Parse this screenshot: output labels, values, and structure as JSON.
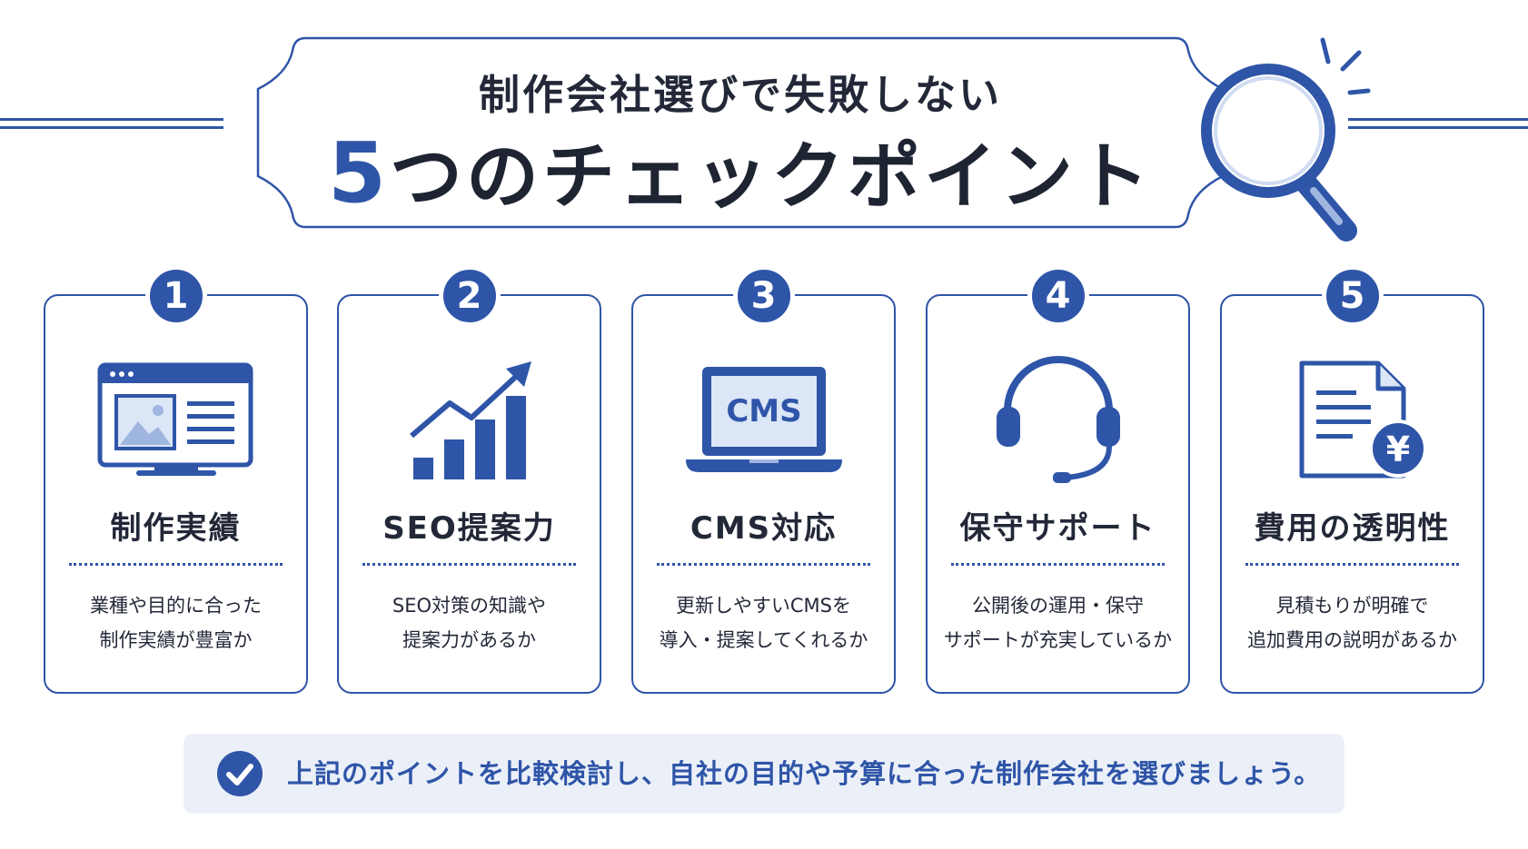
{
  "header": {
    "title_line1": "制作会社選びで失敗しない",
    "title_number": "5",
    "title_line2": "つのチェックポイント"
  },
  "cards": [
    {
      "number": "1",
      "title": "制作実績",
      "desc_line1": "業種や目的に合った",
      "desc_line2": "制作実績が豊富か"
    },
    {
      "number": "2",
      "title": "SEO提案力",
      "desc_line1": "SEO対策の知識や",
      "desc_line2": "提案力があるか"
    },
    {
      "number": "3",
      "title": "CMS対応",
      "icon_label": "CMS",
      "desc_line1": "更新しやすいCMSを",
      "desc_line2": "導入・提案してくれるか"
    },
    {
      "number": "4",
      "title": "保守サポート",
      "desc_line1": "公開後の運用・保守",
      "desc_line2": "サポートが充実しているか"
    },
    {
      "number": "5",
      "title": "費用の透明性",
      "icon_label": "¥",
      "desc_line1": "見積もりが明確で",
      "desc_line2": "追加費用の説明があるか"
    }
  ],
  "footer": {
    "text": "上記のポイントを比較検討し、自社の目的や予算に合った制作会社を選びましょう。"
  },
  "colors": {
    "accent": "#2f55a8",
    "light_accent": "#dbe6f6",
    "footer_bg": "#ebf0f8",
    "text": "#232838"
  }
}
